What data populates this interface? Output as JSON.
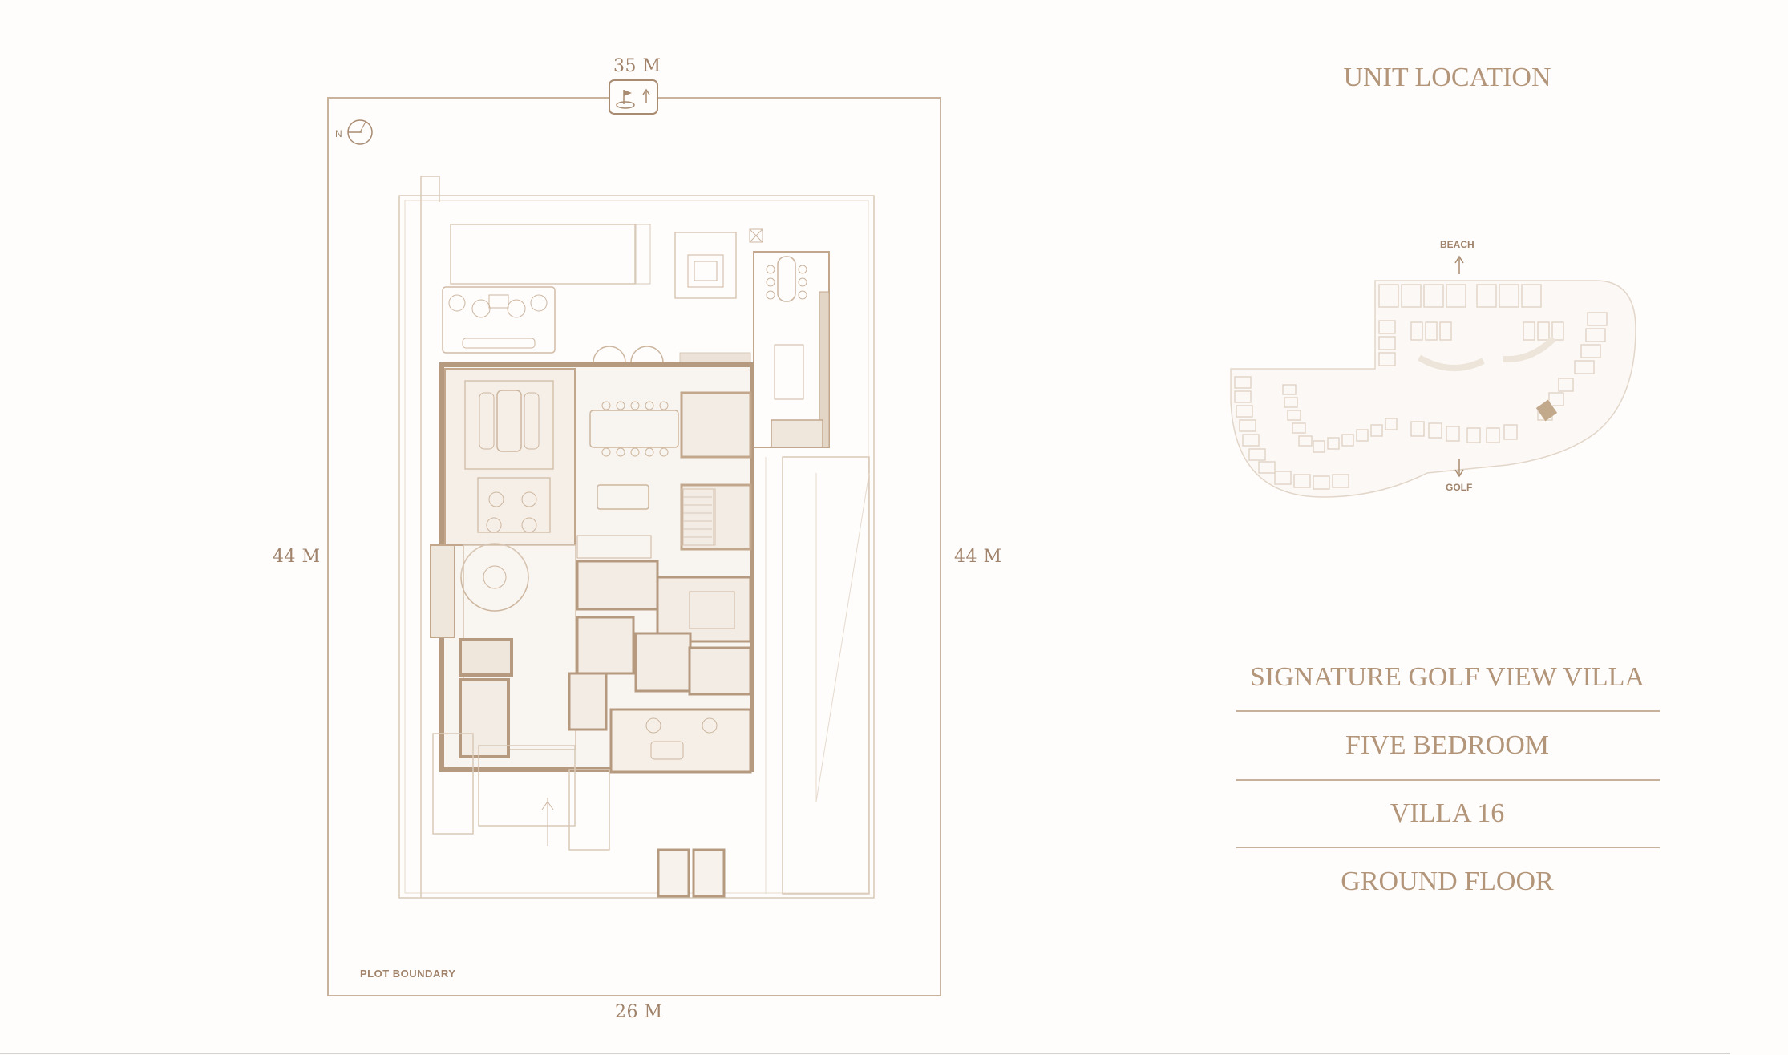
{
  "plan": {
    "dim_top": "35 M",
    "dim_bottom": "26 M",
    "dim_left": "44 M",
    "dim_right": "44 M",
    "north_label": "N",
    "plot_boundary_label": "PLOT BOUNDARY"
  },
  "location": {
    "title": "UNIT LOCATION",
    "beach_label": "BEACH",
    "golf_label": "GOLF"
  },
  "details": {
    "villa_type": "SIGNATURE GOLF VIEW VILLA",
    "bedrooms": "FIVE BEDROOM",
    "villa_number": "VILLA 16",
    "floor": "GROUND FLOOR"
  },
  "colors": {
    "line": "#c9b39c",
    "line_dark": "#a88b70",
    "wall_fill": "#e4d6c6",
    "room_fill": "#f3ece4",
    "highlight": "#c3a98c"
  }
}
